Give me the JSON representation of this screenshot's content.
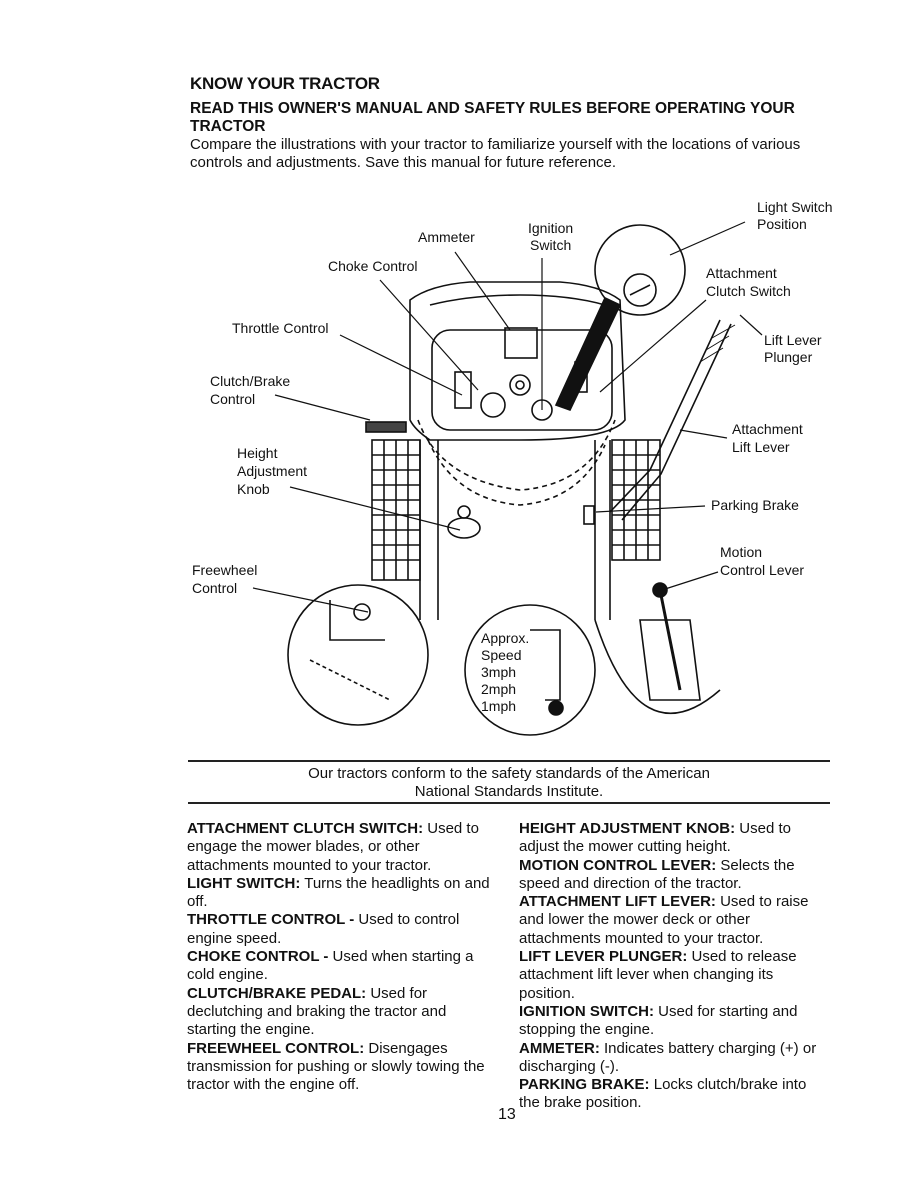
{
  "heading": "KNOW YOUR TRACTOR",
  "subheading": "READ THIS OWNER'S MANUAL AND SAFETY RULES BEFORE OPERATING YOUR TRACTOR",
  "intro": "Compare the illustrations with your tractor to familiarize yourself with the locations of various controls and adjustments. Save this manual for future reference.",
  "diagram": {
    "labels": {
      "light_switch_1": "Light Switch",
      "light_switch_2": "Position",
      "ignition_1": "Ignition",
      "ignition_2": "Switch",
      "ammeter": "Ammeter",
      "choke": "Choke Control",
      "attachment_clutch_1": "Attachment",
      "attachment_clutch_2": "Clutch Switch",
      "throttle": "Throttle Control",
      "lift_plunger_1": "Lift Lever",
      "lift_plunger_2": "Plunger",
      "clutch_brake_1": "Clutch/Brake",
      "clutch_brake_2": "Control",
      "attachment_lift_1": "Attachment",
      "attachment_lift_2": "Lift Lever",
      "height_1": "Height",
      "height_2": "Adjustment",
      "height_3": "Knob",
      "parking_brake": "Parking Brake",
      "motion_1": "Motion",
      "motion_2": "Control Lever",
      "freewheel_1": "Freewheel",
      "freewheel_2": "Control",
      "approx": "Approx.",
      "speed": "Speed",
      "mph3": "3mph",
      "mph2": "2mph",
      "mph1": "1mph"
    }
  },
  "standards_1": "Our tractors conform to the safety standards of the American",
  "standards_2": "National Standards Institute.",
  "left_column": [
    {
      "term": "ATTACHMENT CLUTCH SWITCH:",
      "desc": " Used to engage the mower blades, or other attachments mounted to your tractor."
    },
    {
      "term": "LIGHT SWITCH:",
      "desc": " Turns the headlights on and off."
    },
    {
      "term": "THROTTLE CONTROL -",
      "desc": " Used to control engine speed."
    },
    {
      "term": "CHOKE CONTROL -",
      "desc": " Used when starting a cold engine."
    },
    {
      "term": "CLUTCH/BRAKE PEDAL:",
      "desc": " Used for declutching and braking the tractor and starting the engine."
    },
    {
      "term": "FREEWHEEL CONTROL:",
      "desc": " Disengages transmission for pushing or slowly towing the tractor with the engine off."
    }
  ],
  "right_column": [
    {
      "term": "HEIGHT ADJUSTMENT KNOB:",
      "desc": " Used to adjust the mower cutting height."
    },
    {
      "term": "MOTION CONTROL LEVER:",
      "desc": " Selects the speed and direction of the tractor."
    },
    {
      "term": "ATTACHMENT LIFT LEVER:",
      "desc": " Used to raise and lower the mower deck or other attachments mounted to your tractor."
    },
    {
      "term": "LIFT LEVER PLUNGER:",
      "desc": " Used to release attachment lift lever when changing its position."
    },
    {
      "term": "IGNITION SWITCH:",
      "desc": " Used for starting and stopping the engine."
    },
    {
      "term": "AMMETER:",
      "desc": " Indicates battery charging (+) or discharging (-)."
    },
    {
      "term": "PARKING BRAKE:",
      "desc": " Locks clutch/brake into the brake position."
    }
  ],
  "page_number": "13"
}
